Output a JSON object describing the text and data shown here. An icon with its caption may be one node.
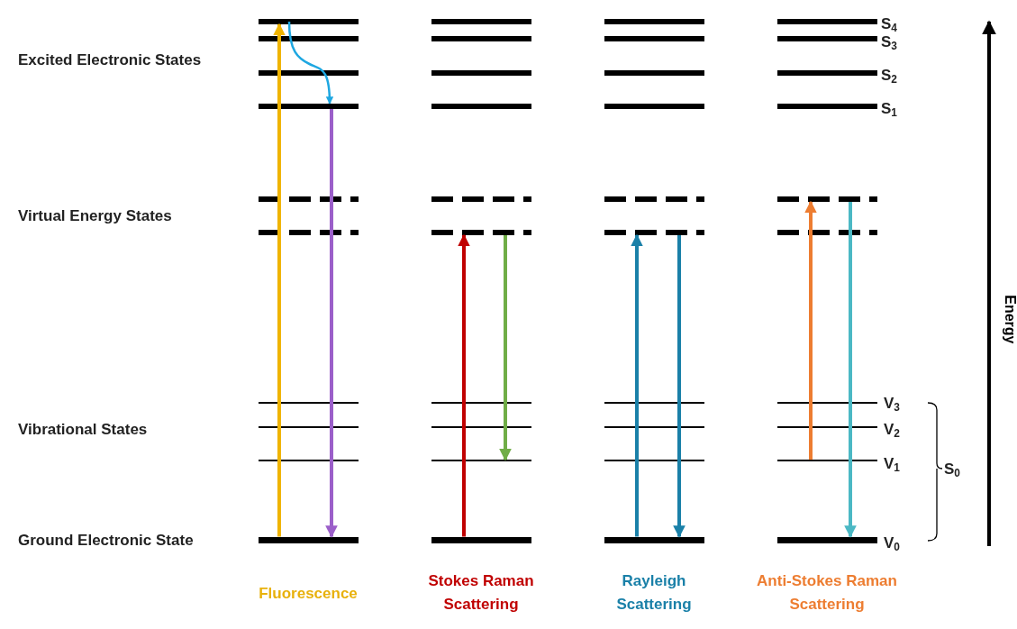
{
  "diagram": {
    "nodes": [
      {
        "text": [],
        "shape": "bar"
      },
      {
        "text": [],
        "shape": "bar"
      },
      {
        "text": [],
        "shape": "bar"
      },
      {
        "text": [],
        "shape": "bar"
      },
      {
        "text": [],
        "shape": "bar"
      },
      {
        "text": [],
        "shape": "bar"
      },
      {
        "text": [],
        "shape": "bar"
      },
      {
        "text": [],
        "shape": "bar"
      },
      {
        "text": [],
        "shape": "bar"
      },
      {
        "text": [],
        "shape": "bar"
      },
      {
        "text": [],
        "shape": "bar"
      },
      {
        "text": [],
        "shape": "bar"
      },
      {
        "text": [],
        "shape": "bar"
      },
      {
        "text": [],
        "shape": "bar"
      },
      {
        "text": [],
        "shape": "bar"
      },
      {
        "text": [],
        "shape": "bar"
      },
      {
        "text": [],
        "shape": "bar"
      },
      {
        "text": [],
        "shape": "bar"
      },
      {
        "text": [],
        "shape": "bar"
      },
      {
        "text": [],
        "shape": "bar"
      },
      {
        "text": [],
        "shape": "bar"
      },
      {
        "text": [],
        "shape": "bar"
      },
      {
        "text": [],
        "shape": "bar"
      },
      {
        "text": [],
        "shape": "bar"
      },
      {
        "text": [],
        "shape": "bar"
      },
      {
        "text": [],
        "shape": "bar"
      },
      {
        "text": [],
        "shape": "bar"
      },
      {
        "text": [],
        "shape": "bar"
      },
      {
        "text": [],
        "shape": "bar"
      },
      {
        "text": [],
        "shape": "bar"
      },
      {
        "text": [],
        "shape": "bar"
      },
      {
        "text": [],
        "shape": "bar"
      },
      {
        "text": [],
        "shape": "bar"
      },
      {
        "text": [],
        "shape": "bar"
      },
      {
        "text": [],
        "shape": "bar"
      },
      {
        "text": [],
        "shape": "bar"
      },
      {
        "text": [],
        "shape": "bar"
      },
      {
        "text": [],
        "shape": "bar"
      },
      {
        "text": [],
        "shape": "bar"
      },
      {
        "text": [],
        "shape": "bar"
      }
    ],
    "edges": [
      {
        "from": 9,
        "to": 0,
        "arrow": "to",
        "color": "#f0b400"
      },
      {
        "from": 0,
        "to": 3,
        "arrow": "to",
        "color": "#1ea7e1"
      },
      {
        "from": 3,
        "to": 9,
        "arrow": "to",
        "color": "#9b5fc9"
      },
      {
        "from": 19,
        "to": 15,
        "arrow": "to",
        "color": "#c00000"
      },
      {
        "from": 15,
        "to": 18,
        "arrow": "to",
        "color": "#70ad47"
      },
      {
        "from": 29,
        "to": 25,
        "arrow": "to",
        "color": "#1a80a8"
      },
      {
        "from": 25,
        "to": 29,
        "arrow": "to",
        "color": "#1a80a8"
      },
      {
        "from": 38,
        "to": 34,
        "arrow": "to",
        "color": "#ed7d31"
      },
      {
        "from": 34,
        "to": 39,
        "arrow": "to",
        "color": "#4bb8c4"
      }
    ],
    "labels": [
      "Excited Electronic States",
      "S$_{4}$",
      "S$_{3}$",
      "S$_{2}$",
      "S$_{1}$",
      "Virtual Energy States",
      "Energy",
      "V$_{3}$",
      "Vibrational States",
      "V$_{2}$",
      "V$_{1}$",
      "S$_{0}$",
      "Ground Electronic State",
      "V$_{0}$",
      "Fluorescence",
      "Stokes Raman Scattering",
      "Rayleigh Scattering",
      "Anti-Stokes Raman Scattering"
    ]
  }
}
